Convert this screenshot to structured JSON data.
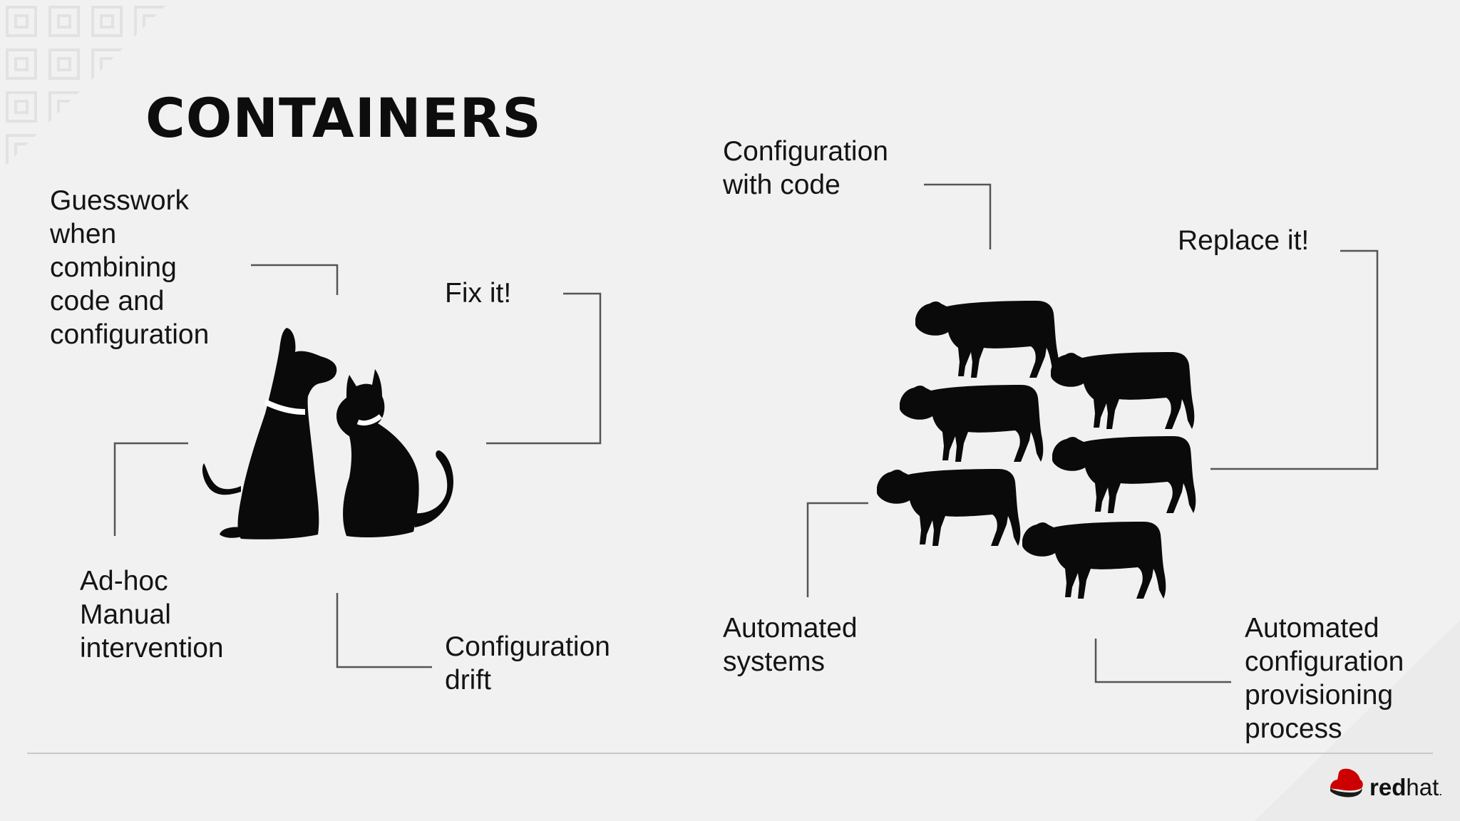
{
  "slide": {
    "title": "CONTAINERS"
  },
  "pets": {
    "label_guesswork": "Guesswork\nwhen\ncombining\ncode and\nconfiguration",
    "label_fix": "Fix it!",
    "label_adhoc": "Ad-hoc\nManual\nintervention",
    "label_drift": "Configuration\ndrift",
    "icon": "dog-and-cat-icon"
  },
  "cattle": {
    "label_config_code": "Configuration\nwith code",
    "label_replace": "Replace it!",
    "label_automated_systems": "Automated\nsystems",
    "label_automated_config": "Automated\nconfiguration\nprovisioning\nprocess",
    "icon": "cattle-herd-icon"
  },
  "footer": {
    "logo_bold": "red",
    "logo_light": "hat",
    "logo_mark": "."
  },
  "colors": {
    "background": "#f1f1f1",
    "text": "#141414",
    "lines": "#555555",
    "brand_red": "#cc0000"
  }
}
